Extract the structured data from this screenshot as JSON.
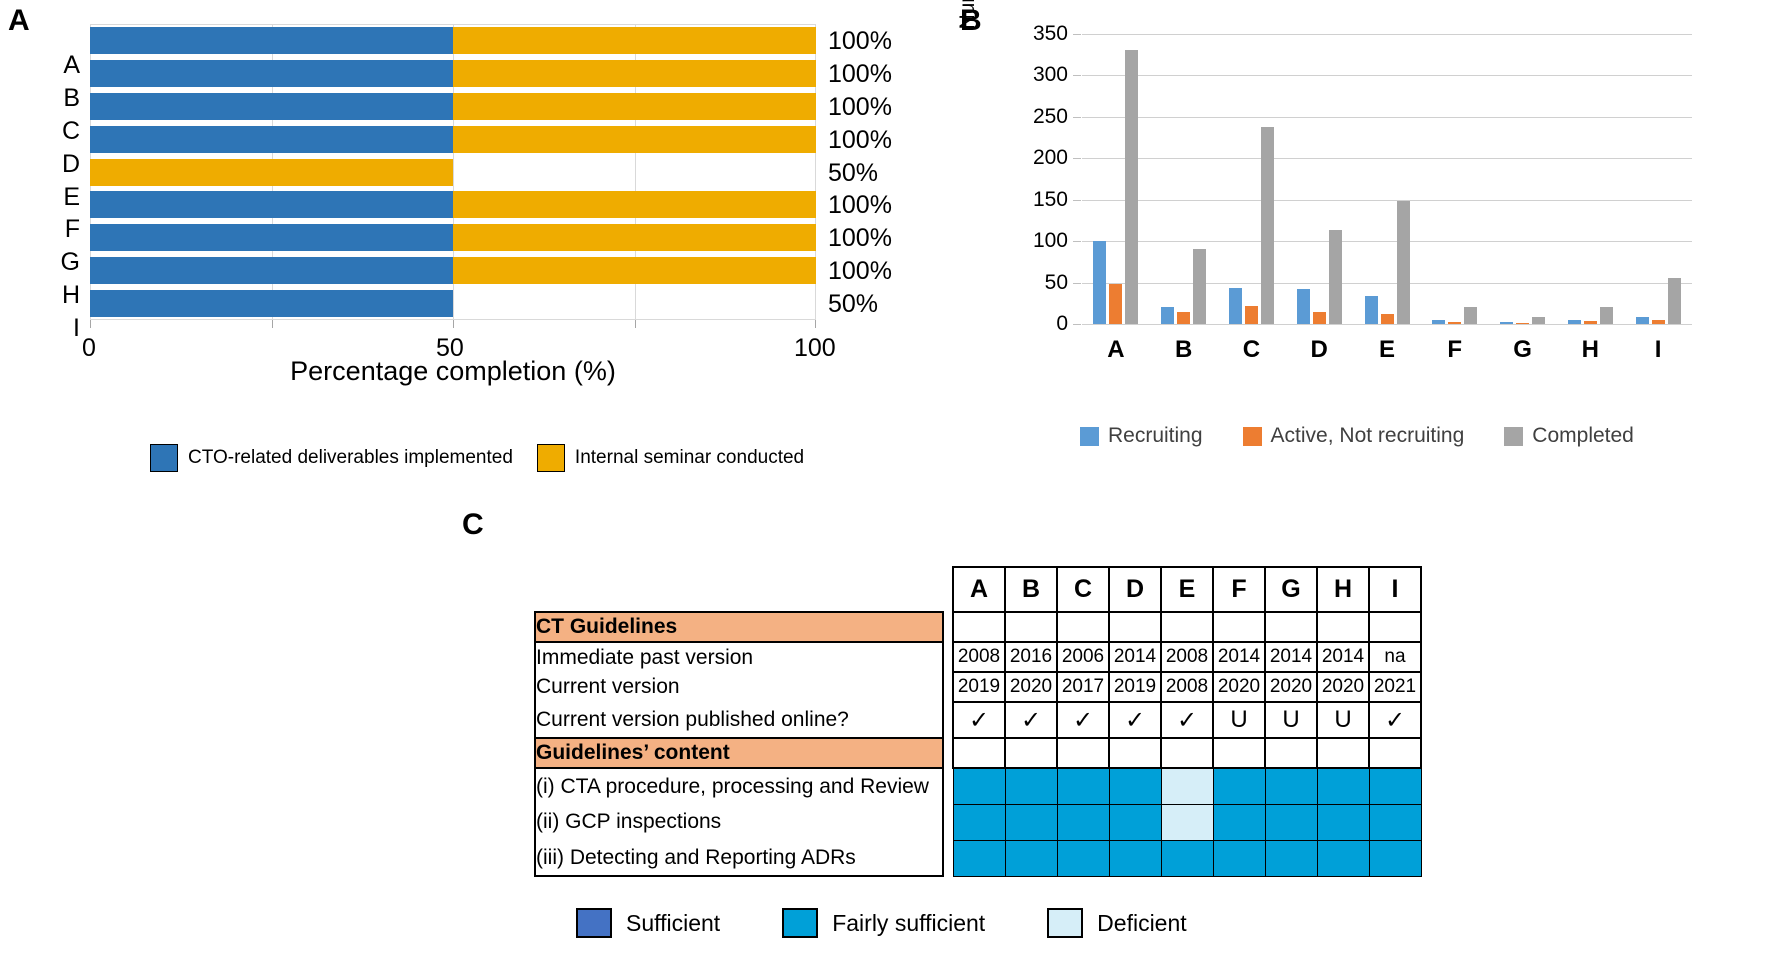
{
  "figure": {
    "panels": [
      {
        "letter": "A"
      },
      {
        "letter": "B"
      },
      {
        "letter": "C"
      }
    ]
  },
  "panelA": {
    "letter": "A",
    "x_title": "Percentage completion  (%)",
    "x_ticks": [
      "0",
      "50",
      "100"
    ],
    "categories": [
      "A",
      "B",
      "C",
      "D",
      "E",
      "F",
      "G",
      "H",
      "I"
    ],
    "value_labels": [
      "100%",
      "100%",
      "100%",
      "100%",
      "50%",
      "100%",
      "100%",
      "100%",
      "50%"
    ],
    "legend": [
      {
        "label": "CTO-related deliverables implemented",
        "color": "#2E75B6"
      },
      {
        "label": "Internal seminar conducted",
        "color": "#EFAC00"
      }
    ]
  },
  "panelB": {
    "letter": "B",
    "y_title": "Number of Clinical Trials (n)",
    "legend": [
      {
        "label": "Recruiting",
        "color": "#5B9BD5"
      },
      {
        "label": "Active, Not recruiting",
        "color": "#ED7D31"
      },
      {
        "label": "Completed",
        "color": "#A5A5A5"
      }
    ]
  },
  "panelC": {
    "letter": "C",
    "column_headers": [
      "A",
      "B",
      "C",
      "D",
      "E",
      "F",
      "G",
      "H",
      "I"
    ],
    "sections": [
      {
        "title": "CT Guidelines"
      },
      {
        "title": "Guidelines’ content"
      }
    ],
    "rows": [
      {
        "label": "CT Guidelines",
        "type": "section",
        "values": [
          "",
          "",
          "",
          "",
          "",
          "",
          "",
          "",
          ""
        ]
      },
      {
        "label": "Immediate past version",
        "type": "text",
        "values": [
          "2008",
          "2016",
          "2006",
          "2014",
          "2008",
          "2014",
          "2014",
          "2014",
          "na"
        ]
      },
      {
        "label": "Current version",
        "type": "text",
        "values": [
          "2019",
          "2020",
          "2017",
          "2019",
          "2008",
          "2020",
          "2020",
          "2020",
          "2021"
        ]
      },
      {
        "label": "Current version published online?",
        "type": "mark",
        "values": [
          "✓",
          "✓",
          "✓",
          "✓",
          "✓",
          "U",
          "U",
          "U",
          "✓"
        ]
      },
      {
        "label": "Guidelines’ content",
        "type": "section",
        "values": [
          "",
          "",
          "",
          "",
          "",
          "",
          "",
          "",
          ""
        ]
      },
      {
        "label": "(i) CTA procedure, processing and Review",
        "type": "color",
        "values": [
          "fairly",
          "fairly",
          "fairly",
          "fairly",
          "deficient",
          "fairly",
          "fairly",
          "fairly",
          "fairly"
        ]
      },
      {
        "label": "(ii) GCP inspections",
        "type": "color",
        "values": [
          "fairly",
          "fairly",
          "fairly",
          "fairly",
          "deficient",
          "fairly",
          "fairly",
          "fairly",
          "fairly"
        ]
      },
      {
        "label": "(iii) Detecting and Reporting ADRs",
        "type": "color",
        "values": [
          "fairly",
          "fairly",
          "fairly",
          "fairly",
          "fairly",
          "fairly",
          "fairly",
          "fairly",
          "fairly"
        ]
      }
    ],
    "legend": [
      {
        "label": "Sufficient",
        "color": "#4472C4"
      },
      {
        "label": "Fairly sufficient",
        "color": "#00A0D8"
      },
      {
        "label": "Deficient",
        "color": "#D6EEF8"
      }
    ],
    "section_bg": "#F4B183",
    "swatch_colors": {
      "sufficient": "#4472C4",
      "fairly": "#00A0D8",
      "deficient": "#D6EEF8"
    }
  },
  "chart_data": [
    {
      "panel": "A",
      "type": "bar",
      "orientation": "horizontal",
      "stacked": true,
      "title": "",
      "xlabel": "Percentage completion  (%)",
      "ylabel": "",
      "xlim": [
        0,
        100
      ],
      "xticks": [
        0,
        50,
        100
      ],
      "grid": true,
      "categories": [
        "A",
        "B",
        "C",
        "D",
        "E",
        "F",
        "G",
        "H",
        "I"
      ],
      "series": [
        {
          "name": "CTO-related deliverables implemented",
          "color": "#2E75B6",
          "values": [
            50,
            50,
            50,
            50,
            0,
            50,
            50,
            50,
            50
          ]
        },
        {
          "name": "Internal seminar conducted",
          "color": "#EFAC00",
          "values": [
            50,
            50,
            50,
            50,
            50,
            50,
            50,
            50,
            0
          ]
        }
      ],
      "data_labels": [
        "100%",
        "100%",
        "100%",
        "100%",
        "50%",
        "100%",
        "100%",
        "100%",
        "50%"
      ],
      "legend_position": "bottom"
    },
    {
      "panel": "B",
      "type": "bar",
      "orientation": "vertical",
      "grouped": true,
      "title": "",
      "xlabel": "",
      "ylabel": "Number of Clinical Trials (n)",
      "ylim": [
        0,
        350
      ],
      "yticks": [
        0,
        50,
        100,
        150,
        200,
        250,
        300,
        350
      ],
      "grid": true,
      "categories": [
        "A",
        "B",
        "C",
        "D",
        "E",
        "F",
        "G",
        "H",
        "I"
      ],
      "series": [
        {
          "name": "Recruiting",
          "color": "#5B9BD5",
          "values": [
            100,
            20,
            43,
            42,
            34,
            5,
            2,
            5,
            8
          ]
        },
        {
          "name": "Active, Not recruiting",
          "color": "#ED7D31",
          "values": [
            48,
            15,
            22,
            15,
            12,
            3,
            1,
            4,
            5
          ]
        },
        {
          "name": "Completed",
          "color": "#A5A5A5",
          "values": [
            331,
            90,
            238,
            114,
            148,
            20,
            9,
            20,
            55
          ]
        }
      ],
      "legend_position": "bottom"
    },
    {
      "panel": "C",
      "type": "table",
      "title": "",
      "columns": [
        "",
        "A",
        "B",
        "C",
        "D",
        "E",
        "F",
        "G",
        "H",
        "I"
      ],
      "rows": [
        [
          "CT Guidelines",
          "",
          "",
          "",
          "",
          "",
          "",
          "",
          "",
          ""
        ],
        [
          "Immediate past version",
          "2008",
          "2016",
          "2006",
          "2014",
          "2008",
          "2014",
          "2014",
          "2014",
          "na"
        ],
        [
          "Current version",
          "2019",
          "2020",
          "2017",
          "2019",
          "2008",
          "2020",
          "2020",
          "2020",
          "2021"
        ],
        [
          "Current version published online?",
          "✓",
          "✓",
          "✓",
          "✓",
          "✓",
          "U",
          "U",
          "U",
          "✓"
        ],
        [
          "Guidelines’ content",
          "",
          "",
          "",
          "",
          "",
          "",
          "",
          "",
          ""
        ],
        [
          "(i) CTA procedure, processing and Review",
          "Fairly sufficient",
          "Fairly sufficient",
          "Fairly sufficient",
          "Fairly sufficient",
          "Deficient",
          "Fairly sufficient",
          "Fairly sufficient",
          "Fairly sufficient",
          "Fairly sufficient"
        ],
        [
          "(ii) GCP inspections",
          "Fairly sufficient",
          "Fairly sufficient",
          "Fairly sufficient",
          "Fairly sufficient",
          "Deficient",
          "Fairly sufficient",
          "Fairly sufficient",
          "Fairly sufficient",
          "Fairly sufficient"
        ],
        [
          "(iii) Detecting and Reporting ADRs",
          "Fairly sufficient",
          "Fairly sufficient",
          "Fairly sufficient",
          "Fairly sufficient",
          "Fairly sufficient",
          "Fairly sufficient",
          "Fairly sufficient",
          "Fairly sufficient",
          "Fairly sufficient"
        ]
      ],
      "legend": [
        "Sufficient",
        "Fairly sufficient",
        "Deficient"
      ]
    }
  ]
}
